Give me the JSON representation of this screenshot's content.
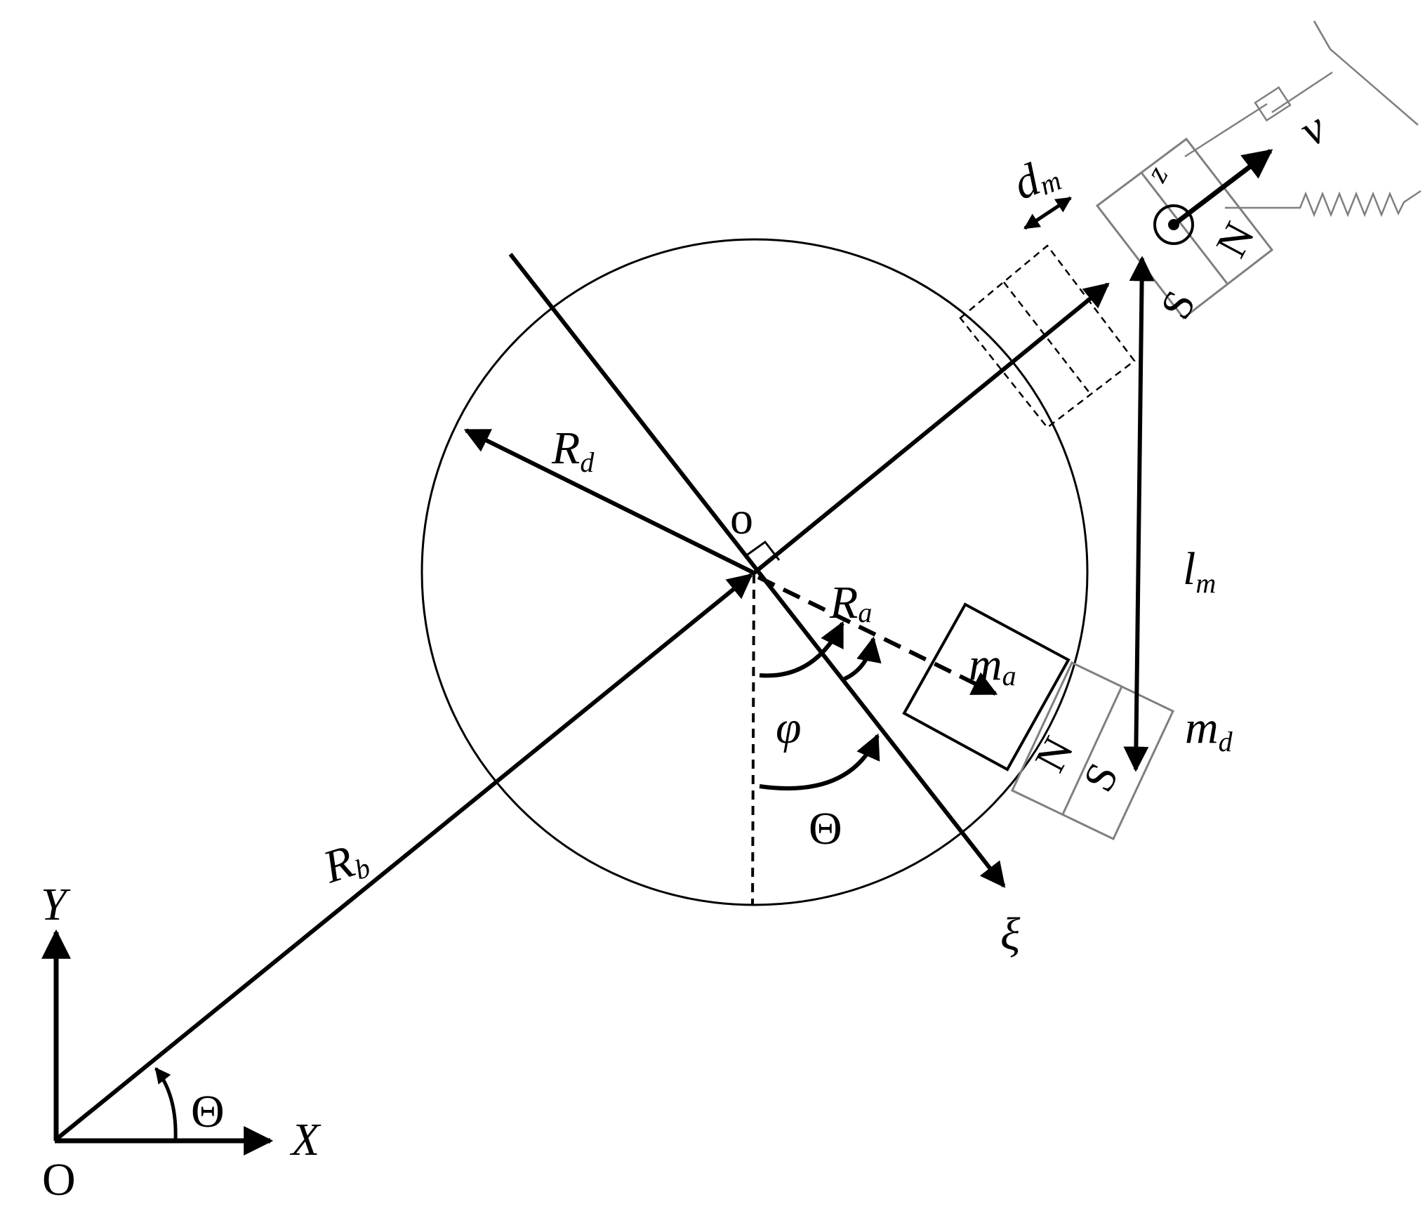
{
  "labels": {
    "origin_O": "O",
    "axis_x": "X",
    "axis_y": "Y",
    "theta_at_origin": "Θ",
    "theta_in_disk": "Θ",
    "center_o": "o",
    "r_b": "R",
    "r_b_sub": "b",
    "r_d": "R",
    "r_d_sub": "d",
    "r_a": "R",
    "r_a_sub": "a",
    "phi": "φ",
    "xi": "ξ",
    "m_a": "m",
    "m_a_sub": "a",
    "m_d": "m",
    "m_d_sub": "d",
    "l_m": "l",
    "l_m_sub": "m",
    "d_m": "d",
    "d_m_sub": "m",
    "v": "v",
    "magnet_top_s": "S",
    "magnet_top_n": "N",
    "magnet_top_z": "z",
    "magnet_bottom_n": "N",
    "magnet_bottom_s": "S"
  },
  "colors": {
    "ink": "#000000",
    "gray": "#7f7f7f"
  }
}
